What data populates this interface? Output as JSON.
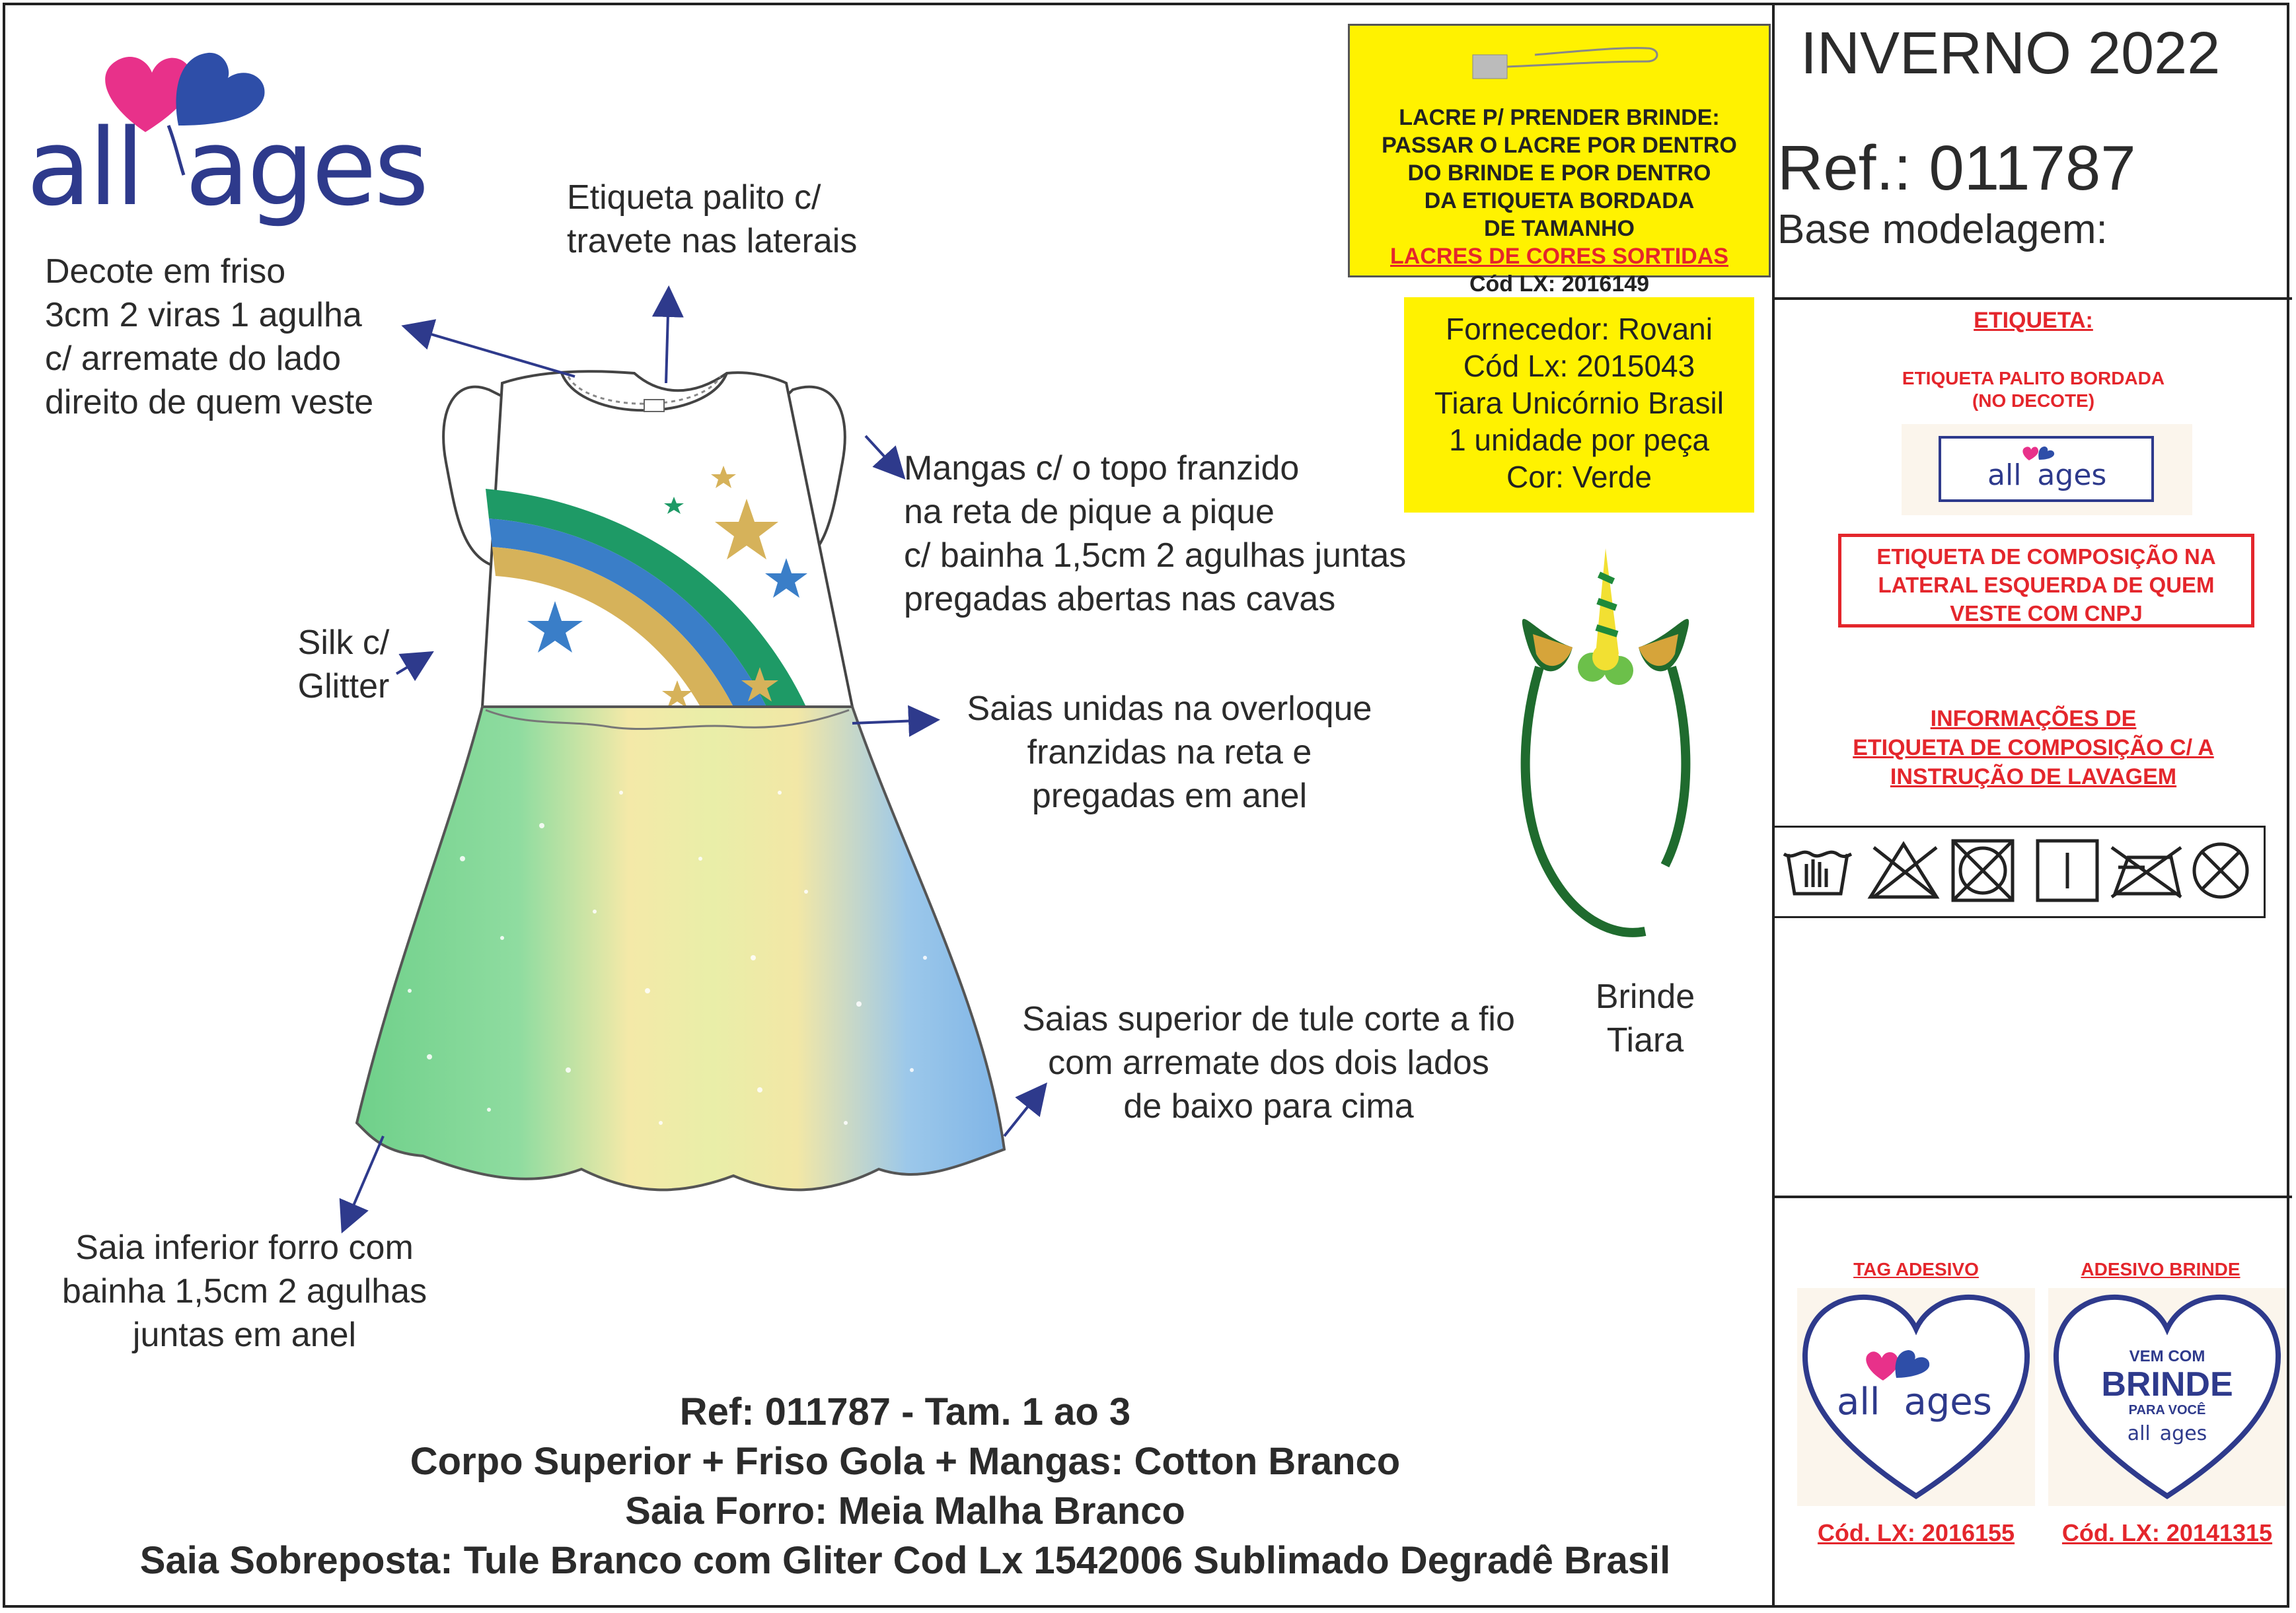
{
  "brand": {
    "logo_text_left": "all",
    "logo_text_right": "ages",
    "primary_color": "#2e3a8c",
    "heart_pink": "#e8318a",
    "heart_blue": "#2e4ea8"
  },
  "header": {
    "season": "INVERNO 2022",
    "ref": "Ref.: 011787",
    "base": "Base modelagem:"
  },
  "lacre_box": {
    "lines": [
      "LACRE P/ PRENDER BRINDE:",
      "PASSAR O LACRE POR DENTRO",
      "DO BRINDE E POR DENTRO",
      "DA ETIQUETA BORDADA",
      "DE TAMANHO"
    ],
    "highlight": "LACRES DE CORES SORTIDAS",
    "code": "Cód LX: 2016149"
  },
  "supplier_box": {
    "lines": [
      "Fornecedor: Rovani",
      "Cód Lx: 2015043",
      "Tiara Unicórnio Brasil",
      "1 unidade por peça",
      "Cor: Verde"
    ]
  },
  "notes": {
    "decote": "Decote em friso\n3cm 2 viras 1 agulha\nc/ arremate do lado\ndireito de quem veste",
    "etiqueta_palito": "Etiqueta palito c/\ntravete nas laterais",
    "mangas": "Mangas c/ o topo franzido\nna reta de pique a pique\nc/ bainha 1,5cm 2 agulhas juntas\npregadas abertas nas cavas",
    "silk": "Silk c/\nGlitter",
    "saias_unidas": "Saias unidas na overloque\nfranzidas na reta e\npregadas em anel",
    "saias_superior": "Saias superior de tule corte a fio\ncom arremate dos dois lados\nde baixo para cima",
    "saia_inferior": "Saia inferior forro com\nbainha 1,5cm 2 agulhas\njuntas em anel",
    "brinde": "Brinde\nTiara"
  },
  "footer": {
    "lines": [
      "Ref: 011787 - Tam. 1 ao 3",
      "Corpo Superior + Friso Gola + Mangas: Cotton Branco",
      "Saia Forro: Meia Malha Branco",
      "Saia Sobreposta: Tule Branco com Gliter Cod Lx 1542006 Sublimado Degradê Brasil"
    ]
  },
  "sidebar": {
    "etiqueta_title": "ETIQUETA:",
    "palito_line1": "ETIQUETA PALITO BORDADA",
    "palito_line2": "(NO DECOTE)",
    "composicao_lines": [
      "ETIQUETA DE COMPOSIÇÃO NA",
      "LATERAL ESQUERDA DE QUEM",
      "VESTE COM CNPJ"
    ],
    "informacoes_lines": [
      "INFORMAÇÕES DE",
      "ETIQUETA DE COMPOSIÇÃO C/ A",
      "INSTRUÇÃO DE LAVAGEM"
    ],
    "care_icons": [
      "hand-wash-icon",
      "no-bleach-icon",
      "no-tumble-dry-icon",
      "line-dry-icon",
      "no-iron-icon",
      "no-dry-clean-icon"
    ],
    "tag_adesivo_title": "TAG ADESIVO",
    "adesivo_brinde_title": "ADESIVO BRINDE",
    "brinde_sticker": {
      "line1": "VEM COM",
      "line2": "BRINDE",
      "line3": "PARA VOCÊ"
    },
    "tag_code": "Cód. LX: 2016155",
    "brinde_code": "Cód. LX: 20141315"
  }
}
